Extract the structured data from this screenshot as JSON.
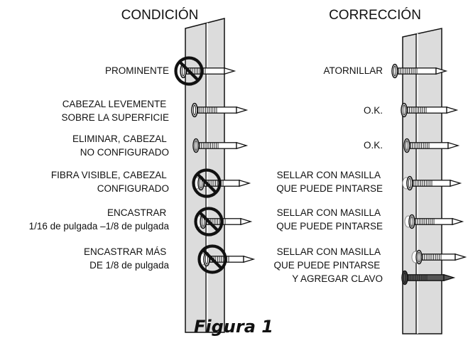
{
  "figure": {
    "caption": "Figura 1",
    "left_title": "CONDICIÓN",
    "right_title": "CORRECCIÓN"
  },
  "condition_rows": [
    {
      "lines": [
        "PROMINENTE"
      ],
      "prohibited": true
    },
    {
      "lines": [
        "CABEZAL LEVEMENTE",
        "SOBRE LA SUPERFICIE"
      ],
      "prohibited": false
    },
    {
      "lines": [
        "ELIMINAR, CABEZAL",
        "NO CONFIGURADO"
      ],
      "prohibited": false
    },
    {
      "lines": [
        "FIBRA VISIBLE, CABEZAL",
        "CONFIGURADO"
      ],
      "prohibited": true
    },
    {
      "lines": [
        "ENCASTRAR",
        "1/16 de pulgada –1/8 de pulgada"
      ],
      "prohibited": true
    },
    {
      "lines": [
        "ENCASTRAR MÁS",
        "DE 1/8 de pulgada"
      ],
      "prohibited": true
    }
  ],
  "correction_rows": [
    {
      "lines": [
        "ATORNILLAR"
      ],
      "added_nail": false
    },
    {
      "lines": [
        "O.K."
      ],
      "added_nail": false
    },
    {
      "lines": [
        "O.K."
      ],
      "added_nail": false
    },
    {
      "lines": [
        "SELLAR CON MASILLA",
        "QUE PUEDE PINTARSE"
      ],
      "added_nail": false
    },
    {
      "lines": [
        "SELLAR CON MASILLA",
        "QUE PUEDE PINTARSE"
      ],
      "added_nail": false
    },
    {
      "lines": [
        "SELLAR CON MASILLA",
        "QUE PUEDE PINTARSE",
        "Y AGREGAR CLAVO"
      ],
      "added_nail": true
    }
  ],
  "colors": {
    "ink": "#111111",
    "board": "#dcdcdc",
    "added_nail": "#555555"
  },
  "icons": {
    "prohibited": "prohibition-icon",
    "nail": "nail-icon"
  }
}
